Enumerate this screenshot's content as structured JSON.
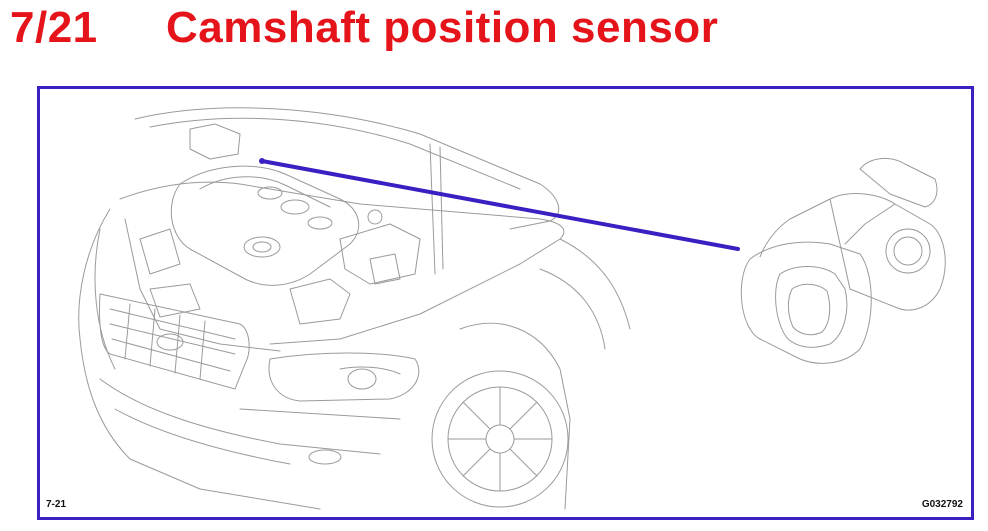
{
  "header": {
    "number": "7/21",
    "title": "Camshaft position sensor"
  },
  "figure": {
    "caption_left": "7-21",
    "caption_right": "G032792"
  },
  "colors": {
    "title": "#e5141a",
    "frame": "#3a1fc2",
    "leader_line": "#3a1fc2",
    "line_art": "#9a9a9a"
  }
}
